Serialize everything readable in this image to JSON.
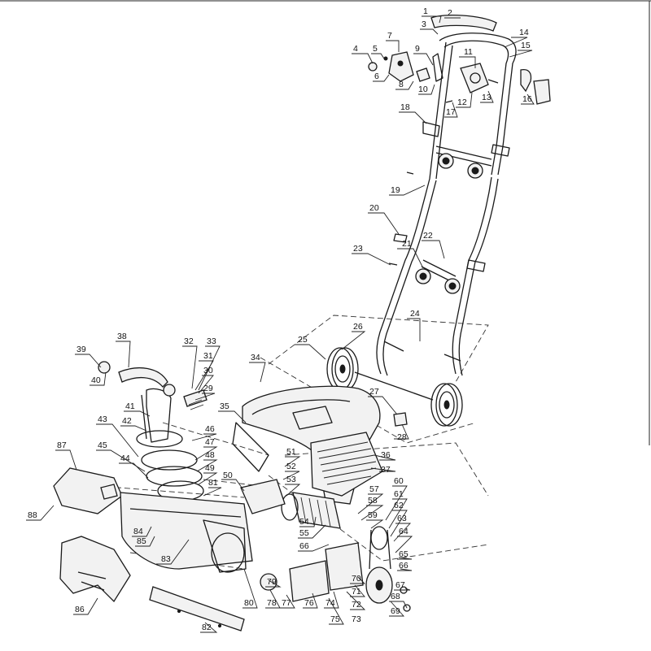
{
  "callouts": [
    "1",
    "2",
    "3",
    "4",
    "5",
    "6",
    "7",
    "8",
    "9",
    "10",
    "11",
    "12",
    "13",
    "14",
    "15",
    "16",
    "17",
    "18",
    "19",
    "20",
    "21",
    "22",
    "23",
    "24",
    "25",
    "26",
    "27",
    "28",
    "29",
    "30",
    "31",
    "32",
    "33",
    "34",
    "35",
    "36",
    "37",
    "38",
    "39",
    "40",
    "41",
    "42",
    "43",
    "44",
    "45",
    "46",
    "47",
    "48",
    "49",
    "50",
    "51",
    "52",
    "53",
    "54",
    "55",
    "57",
    "58",
    "59",
    "60",
    "61",
    "62",
    "63",
    "64",
    "65",
    "66",
    "66",
    "67",
    "68",
    "69",
    "70",
    "71",
    "72",
    "73",
    "74",
    "75",
    "76",
    "77",
    "78",
    "79",
    "80",
    "81",
    "82",
    "83",
    "84",
    "85",
    "86",
    "87",
    "88"
  ]
}
